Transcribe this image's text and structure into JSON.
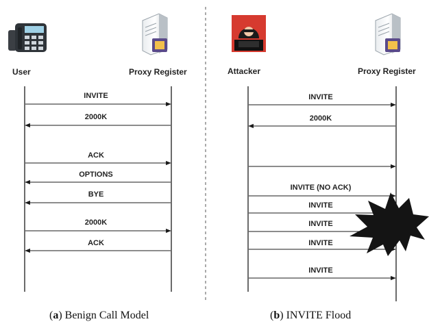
{
  "panel_a": {
    "actors": {
      "left": "User",
      "right": "Proxy Register"
    },
    "caption_letter": "a",
    "caption_text": "Benign Call Model",
    "messages": [
      {
        "label": "INVITE",
        "direction": "right"
      },
      {
        "label": "2000K",
        "direction": "left"
      },
      {
        "label": "ACK",
        "direction": "right"
      },
      {
        "label": "OPTIONS",
        "direction": "left"
      },
      {
        "label": "BYE",
        "direction": "left"
      },
      {
        "label": "2000K",
        "direction": "right"
      },
      {
        "label": "ACK",
        "direction": "left"
      }
    ]
  },
  "panel_b": {
    "actors": {
      "left": "Attacker",
      "right": "Proxy Register"
    },
    "caption_letter": "b",
    "caption_text": "INVITE Flood",
    "messages": [
      {
        "label": "INVITE",
        "direction": "right"
      },
      {
        "label": "2000K",
        "direction": "left"
      },
      {
        "label": "",
        "direction": "right"
      },
      {
        "label": "INVITE (NO ACK)",
        "direction": "right"
      },
      {
        "label": "INVITE",
        "direction": "right"
      },
      {
        "label": "INVITE",
        "direction": "right"
      },
      {
        "label": "INVITE",
        "direction": "right"
      },
      {
        "label": "INVITE",
        "direction": "right"
      }
    ]
  },
  "colors": {
    "line": "#1a1a1a",
    "attacker_bg": "#d63a2f",
    "explosion": "#141414"
  },
  "icons": {
    "user": "phone-icon",
    "server": "server-icon",
    "attacker": "hacker-icon",
    "impact": "explosion-icon"
  }
}
